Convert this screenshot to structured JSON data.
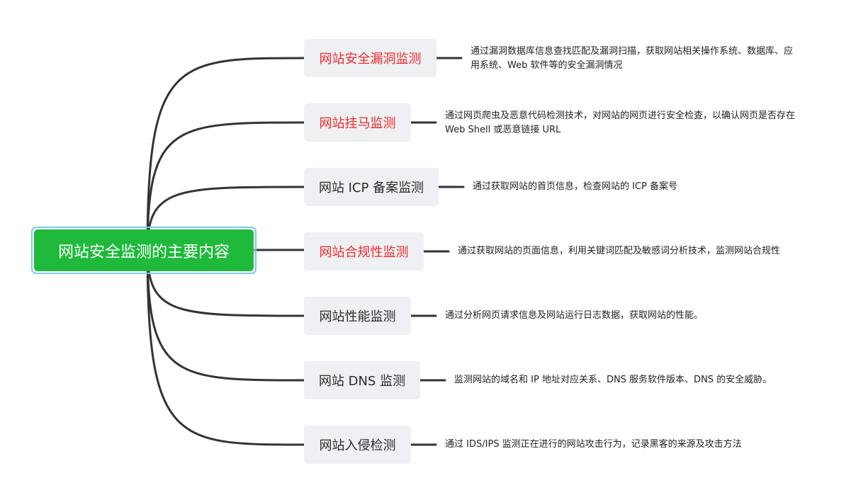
{
  "root": {
    "label": "网站安全监测的主要内容"
  },
  "branches": [
    {
      "label": "网站安全漏洞监测",
      "highlight": true,
      "description": "通过漏洞数据库信息查找匹配及漏洞扫描，获取网站相关操作系统、数据库、应用系统、Web 软件等的安全漏洞情况"
    },
    {
      "label": "网站挂马监测",
      "highlight": true,
      "description": "通过网页爬虫及恶意代码检测技术，对网站的网页进行安全检查，以确认网页是否存在 Web Shell 或恶意链接 URL"
    },
    {
      "label": "网站 ICP 备案监测",
      "highlight": false,
      "description": "通过获取网站的首页信息，检查网站的 ICP 备案号"
    },
    {
      "label": "网站合规性监测",
      "highlight": true,
      "description": "通过获取网站的页面信息，利用关键词匹配及敏感词分析技术，监测网站合规性"
    },
    {
      "label": "网站性能监测",
      "highlight": false,
      "description": "通过分析网页请求信息及网站运行日志数据，获取网站的性能。"
    },
    {
      "label": "网站 DNS 监测",
      "highlight": false,
      "description": "监测网站的域名和 IP 地址对应关系、DNS 服务软件版本、DNS 的安全威胁。"
    },
    {
      "label": "网站入侵检测",
      "highlight": false,
      "description": "通过 IDS/IPS 监测正在进行的网站攻击行为，记录黑客的来源及攻击方法"
    }
  ],
  "colors": {
    "root_fill": "#1fba3c",
    "root_outline": "#7fc7ee",
    "branch_fill": "#eef0f4",
    "highlight_text": "#ee2b2b",
    "normal_text": "#2a2a2a",
    "connector": "#333333"
  }
}
